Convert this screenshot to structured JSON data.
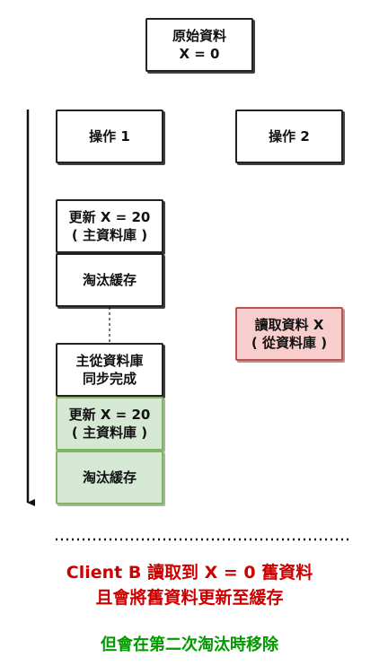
{
  "boxes": {
    "original": {
      "line1": "原始資料",
      "line2": "X = 0"
    },
    "op1": {
      "label": "操作 1"
    },
    "op2": {
      "label": "操作 2"
    },
    "update1": {
      "line1": "更新 X = 20",
      "line2": "( 主資料庫 )"
    },
    "evict1": {
      "label": "淘汰緩存"
    },
    "sync": {
      "line1": "主從資料庫",
      "line2": "同步完成"
    },
    "update2": {
      "line1": "更新 X = 20",
      "line2": "( 主資料庫 )"
    },
    "evict2": {
      "label": "淘汰緩存"
    },
    "read": {
      "line1": "讀取資料 X",
      "line2": "( 從資料庫 )"
    }
  },
  "captions": {
    "warning_line1": "Client B 讀取到 X = 0 舊資料",
    "warning_line2": "且會將舊資料更新至緩存",
    "resolution": "但會在第二次淘汰時移除"
  },
  "colors": {
    "green_fill": "#d5e8d4",
    "green_border": "#82b366",
    "red_fill": "#f8cecc",
    "red_border": "#b85450",
    "warning_text": "#cc0000",
    "resolution_text": "#009900"
  }
}
